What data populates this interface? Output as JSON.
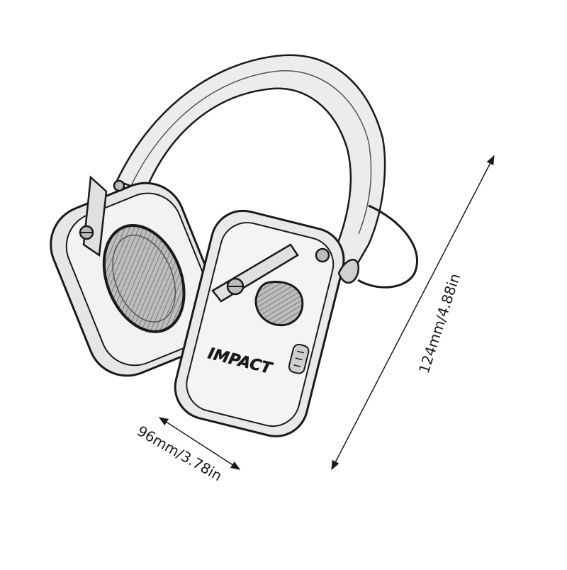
{
  "dimensions": {
    "height_label": "124mm/4.88in",
    "width_label": "96mm/3.78in"
  },
  "product": {
    "logo_text": "IMPACT"
  },
  "colors": {
    "line": "#1a1a1a",
    "shade_dark": "#8a8a8a",
    "shade_light": "#d9d9d9",
    "background": "#ffffff"
  }
}
